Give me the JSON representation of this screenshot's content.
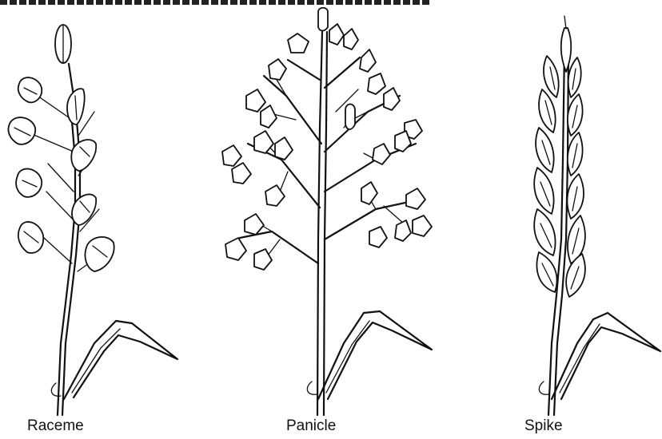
{
  "labels": {
    "raceme": "Raceme",
    "panicle": "Panicle",
    "spike": "Spike"
  },
  "colors": {
    "ink": "#111111",
    "background": "#ffffff"
  }
}
